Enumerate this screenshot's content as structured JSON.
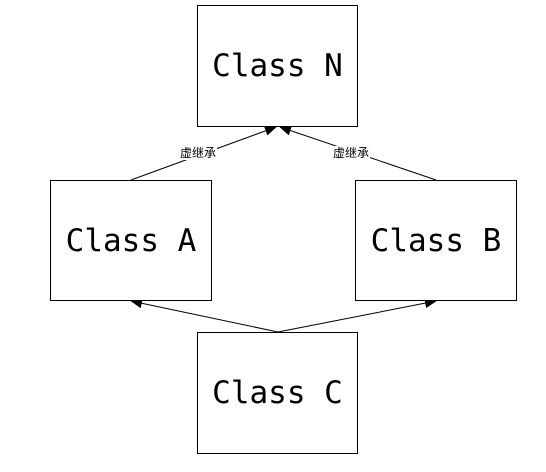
{
  "diagram": {
    "nodes": {
      "n": {
        "label": "Class N"
      },
      "a": {
        "label": "Class A"
      },
      "b": {
        "label": "Class B"
      },
      "c": {
        "label": "Class C"
      }
    },
    "edges": [
      {
        "from": "a",
        "to": "n",
        "label": "虚继承"
      },
      {
        "from": "b",
        "to": "n",
        "label": "虚继承"
      },
      {
        "from": "c",
        "to": "a",
        "label": ""
      },
      {
        "from": "c",
        "to": "b",
        "label": ""
      }
    ]
  }
}
